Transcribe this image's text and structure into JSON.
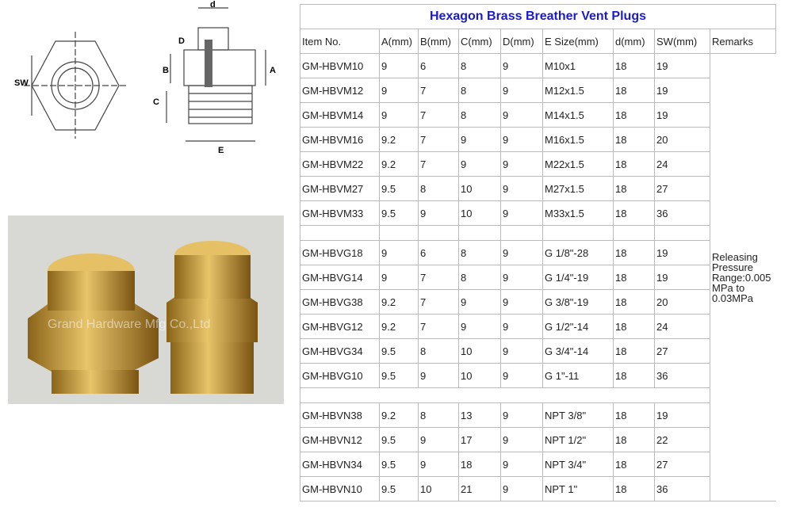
{
  "diagram": {
    "labels": [
      "d",
      "D",
      "B",
      "A",
      "SW",
      "C",
      "E"
    ]
  },
  "photo": {
    "watermark": "Grand Hardware Mfg Co.,Ltd"
  },
  "table": {
    "title": "Hexagon Brass Breather Vent Plugs",
    "headers": [
      "Item No.",
      "A(mm)",
      "B(mm)",
      "C(mm)",
      "D(mm)",
      "E Size(mm)",
      "d(mm)",
      "SW(mm)",
      "Remarks"
    ],
    "remarks": "Releasing Pressure Range:0.005 MPa to 0.03MPa",
    "groups": [
      [
        [
          "GM-HBVM10",
          "9",
          "6",
          "8",
          "9",
          "M10x1",
          "18",
          "19"
        ],
        [
          "GM-HBVM12",
          "9",
          "7",
          "8",
          "9",
          "M12x1.5",
          "18",
          "19"
        ],
        [
          "GM-HBVM14",
          "9",
          "7",
          "8",
          "9",
          "M14x1.5",
          "18",
          "19"
        ],
        [
          "GM-HBVM16",
          "9.2",
          "7",
          "9",
          "9",
          "M16x1.5",
          "18",
          "20"
        ],
        [
          "GM-HBVM22",
          "9.2",
          "7",
          "9",
          "9",
          "M22x1.5",
          "18",
          "24"
        ],
        [
          "GM-HBVM27",
          "9.5",
          "8",
          "10",
          "9",
          "M27x1.5",
          "18",
          "27"
        ],
        [
          "GM-HBVM33",
          "9.5",
          "9",
          "10",
          "9",
          "M33x1.5",
          "18",
          "36"
        ]
      ],
      [
        [
          "GM-HBVG18",
          "9",
          "6",
          "8",
          "9",
          "G 1/8\"-28",
          "18",
          "19"
        ],
        [
          "GM-HBVG14",
          "9",
          "7",
          "8",
          "9",
          "G 1/4\"-19",
          "18",
          "19"
        ],
        [
          "GM-HBVG38",
          "9.2",
          "7",
          "9",
          "9",
          "G 3/8\"-19",
          "18",
          "20"
        ],
        [
          "GM-HBVG12",
          "9.2",
          "7",
          "9",
          "9",
          "G 1/2\"-14",
          "18",
          "24"
        ],
        [
          "GM-HBVG34",
          "9.5",
          "8",
          "10",
          "9",
          "G 3/4\"-14",
          "18",
          "27"
        ],
        [
          "GM-HBVG10",
          "9.5",
          "9",
          "10",
          "9",
          "G   1\"-11",
          "18",
          "36"
        ]
      ],
      [
        [
          "GM-HBVN38",
          "9.2",
          "8",
          "13",
          "9",
          "NPT 3/8\"",
          "18",
          "19"
        ],
        [
          "GM-HBVN12",
          "9.5",
          "9",
          "17",
          "9",
          "NPT 1/2\"",
          "18",
          "22"
        ],
        [
          "GM-HBVN34",
          "9.5",
          "9",
          "18",
          "9",
          "NPT 3/4\"",
          "18",
          "27"
        ],
        [
          "GM-HBVN10",
          "9.5",
          "10",
          "21",
          "9",
          "NPT 1\"",
          "18",
          "36"
        ]
      ]
    ]
  }
}
